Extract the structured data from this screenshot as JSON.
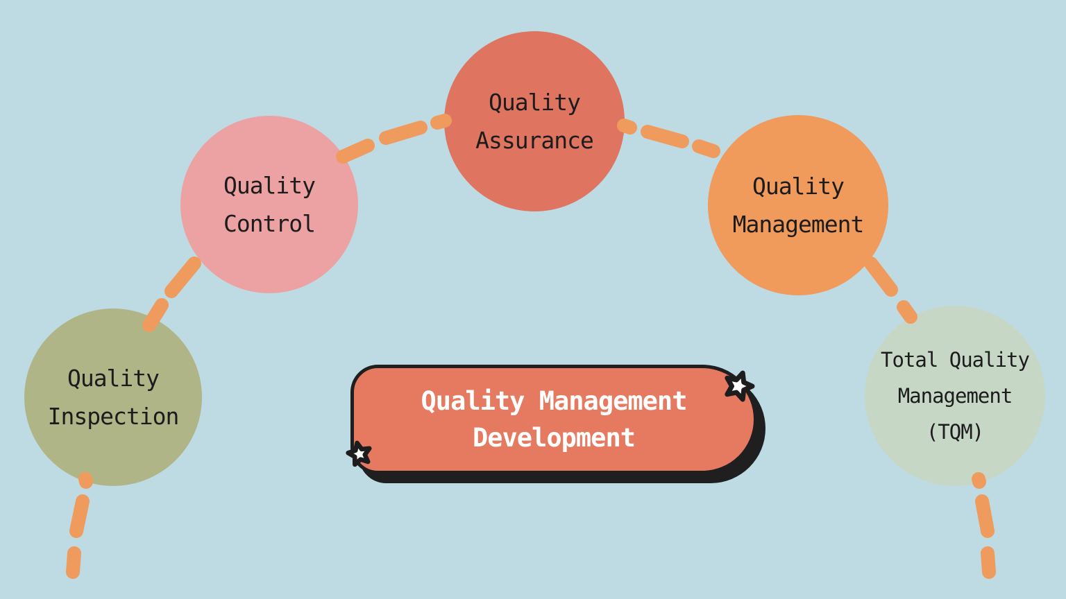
{
  "title": "Quality Management Development",
  "colors": {
    "background": "#BEDBE4",
    "connector": "#F09B5E",
    "node_text": "#1C1C1C",
    "banner_fill": "#E57A61",
    "banner_border": "#1F1F1F",
    "banner_text": "#FFFFFF",
    "star_fill": "#FFFFFF",
    "star_outline": "#1D1D1D"
  },
  "banner": {
    "line1": "Quality Management",
    "line2": "Development"
  },
  "nodes": [
    {
      "id": "quality-inspection",
      "line1": "Quality",
      "line2": "Inspection",
      "color": "#AFB586"
    },
    {
      "id": "quality-control",
      "line1": "Quality",
      "line2": "Control",
      "color": "#ECA1A2"
    },
    {
      "id": "quality-assurance",
      "line1": "Quality",
      "line2": "Assurance",
      "color": "#DF7560"
    },
    {
      "id": "quality-management",
      "line1": "Quality",
      "line2": "Management",
      "color": "#F09A5C"
    },
    {
      "id": "total-quality-management",
      "line1": "Total Quality",
      "line2": "Management",
      "line3": "(TQM)",
      "color": "#C7D7C6"
    }
  ]
}
